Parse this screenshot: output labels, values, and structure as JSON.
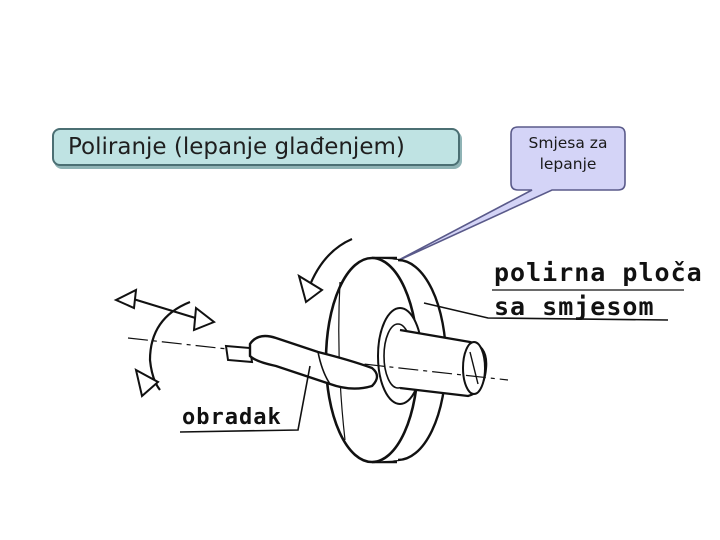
{
  "title": "Poliranje (lepanje glađenjem)",
  "callout": {
    "line1": "Smjesa za",
    "line2": "lepanje"
  },
  "labels": {
    "plate_line1": "polirna ploča",
    "plate_line2": "sa smjesom",
    "workpiece": "obradak"
  },
  "colors": {
    "title_fill": "#bfe3e3",
    "title_border": "#4b6f73",
    "callout_fill": "#d4d4f7",
    "callout_border": "#5a5a8a",
    "ink": "#111111"
  }
}
